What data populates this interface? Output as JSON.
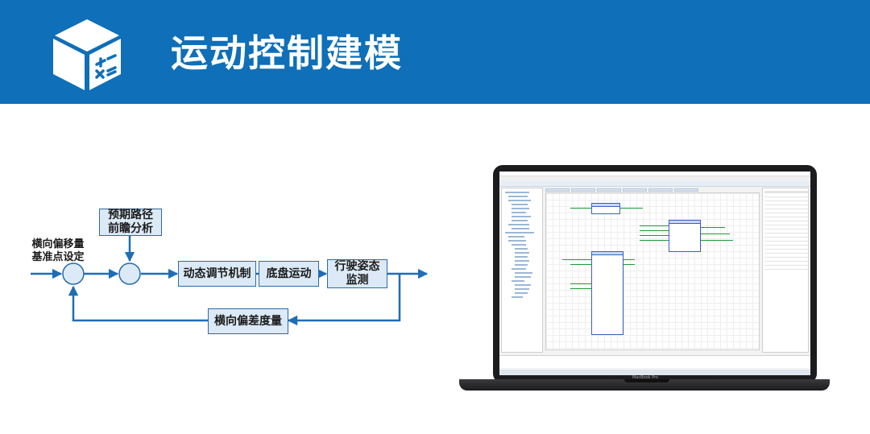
{
  "header": {
    "title": "运动控制建模",
    "icon": "calculator-cube-icon",
    "background_color": "#0f6fb8"
  },
  "diagram": {
    "input_label_line1": "横向偏移量",
    "input_label_line2": "基准点设定",
    "preview_block_line1": "预期路径",
    "preview_block_line2": "前瞻分析",
    "block_1": "动态调节机制",
    "block_2": "底盘运动",
    "block_3_line1": "行驶姿态",
    "block_3_line2": "监测",
    "feedback_block": "横向偏差度量",
    "line_color": "#1f6db5",
    "block_color": "#dbeaf6"
  },
  "laptop": {
    "brand": "MacBook Pro",
    "screen_icon": "software-modeling-screenshot"
  }
}
